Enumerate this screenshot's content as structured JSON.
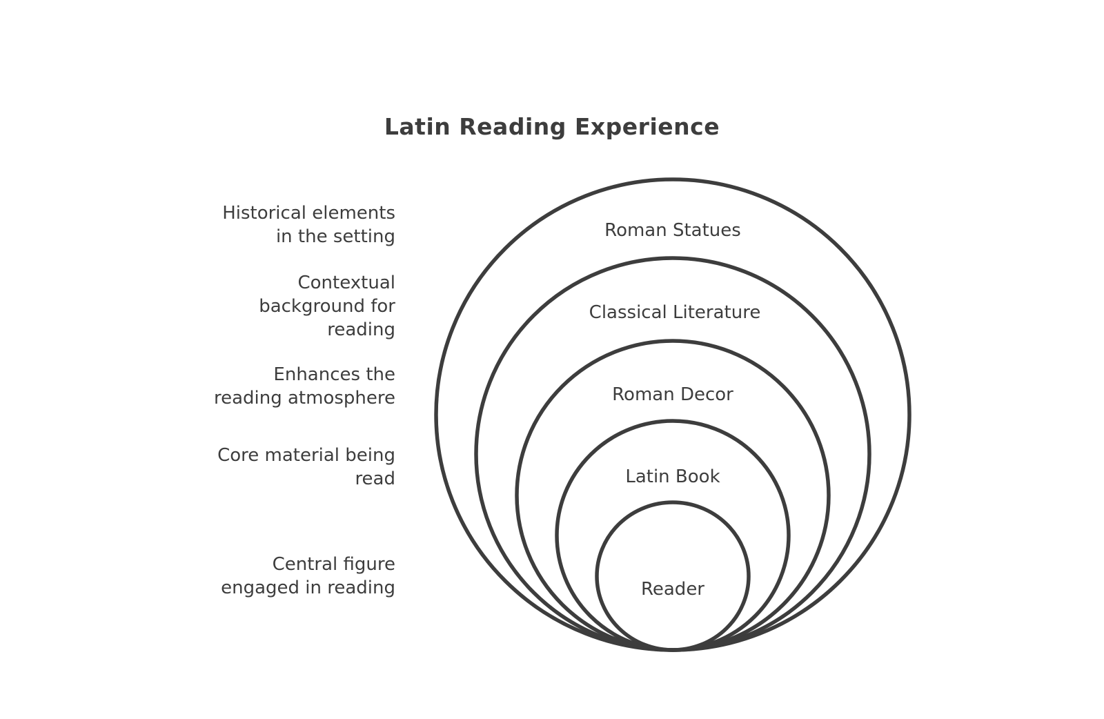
{
  "title": "Latin Reading Experience",
  "layers": [
    {
      "label": "Roman Statues",
      "description": "Historical elements\nin the setting"
    },
    {
      "label": "Classical Literature",
      "description": "Contextual\nbackground for\nreading"
    },
    {
      "label": "Roman Decor",
      "description": "Enhances the\nreading atmosphere"
    },
    {
      "label": "Latin Book",
      "description": "Core material being\nread"
    },
    {
      "label": "Reader",
      "description": "Central figure\nengaged in reading"
    }
  ],
  "colors": {
    "stroke": "#3d3d3d",
    "text": "#3d3d3d",
    "background": "#ffffff"
  }
}
